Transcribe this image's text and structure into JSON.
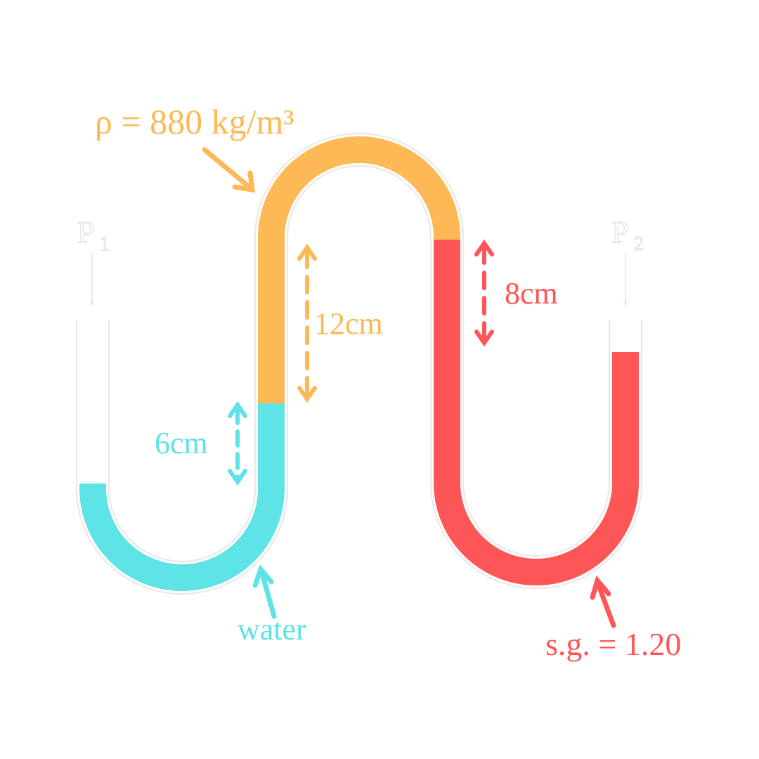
{
  "colors": {
    "water": "#5ee3e6",
    "oil": "#fdb955",
    "red_fluid": "#fe5656",
    "tube_outline": "#e9e9e9",
    "pressure_label": "#ebebeb",
    "background": "#ffffff"
  },
  "labels": {
    "oil_density": "ρ = 880 kg/m³",
    "water": "water",
    "specific_gravity": "s.g. = 1.20",
    "pressure_left_symbol": "P",
    "pressure_left_sub": "1",
    "pressure_right_symbol": "P",
    "pressure_right_sub": "2",
    "dim_6": "6cm",
    "dim_12": "12cm",
    "dim_8": "8cm"
  },
  "icons": {
    "dimension_marker": "dashed-double-arrow-icon",
    "pointer": "arrow-icon"
  }
}
